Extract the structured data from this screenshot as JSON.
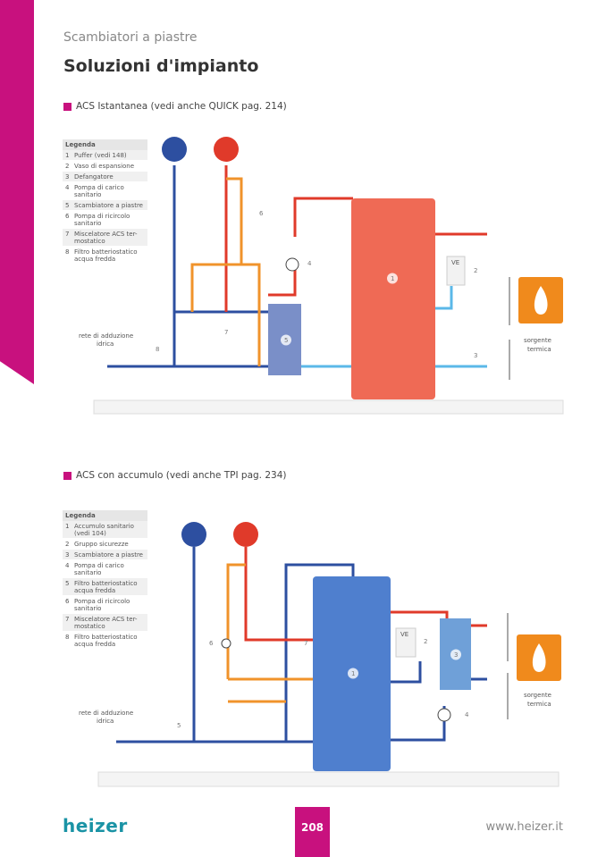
{
  "header": {
    "kicker": "Scambiatori a piastre",
    "title": "Soluzioni d'impianto"
  },
  "section1": {
    "title": "ACS Istantanea (vedi anche QUICK pag. 214)",
    "legend_title": "Legenda",
    "legend": [
      {
        "n": "1",
        "t": "Puffer (vedi 148)"
      },
      {
        "n": "2",
        "t": "Vaso di espansione"
      },
      {
        "n": "3",
        "t": "Defangatore"
      },
      {
        "n": "4",
        "t": "Pompa di carico sanitario"
      },
      {
        "n": "5",
        "t": "Scambiatore a piastre"
      },
      {
        "n": "6",
        "t": "Pompa di ricircolo sanitario"
      },
      {
        "n": "7",
        "t": "Miscelatore ACS ter-mostatico"
      },
      {
        "n": "8",
        "t": "Filtro batteriostatico acqua fredda"
      }
    ],
    "labels": {
      "rete1": "rete di adduzione",
      "rete2": "idrica",
      "sorg1": "sorgente",
      "sorg2": "termica",
      "ve": "VE"
    },
    "nums": [
      "1",
      "2",
      "3",
      "4",
      "5",
      "6",
      "7",
      "8"
    ]
  },
  "section2": {
    "title": "ACS con accumulo (vedi anche TPI pag. 234)",
    "legend_title": "Legenda",
    "legend": [
      {
        "n": "1",
        "t": "Accumulo sanitario (vedi 104)"
      },
      {
        "n": "2",
        "t": "Gruppo sicurezze"
      },
      {
        "n": "3",
        "t": "Scambiatore a piastre"
      },
      {
        "n": "4",
        "t": "Pompa di carico sanitario"
      },
      {
        "n": "5",
        "t": "Filtro batteriostatico acqua fredda"
      },
      {
        "n": "6",
        "t": "Pompa di ricircolo sanitario"
      },
      {
        "n": "7",
        "t": "Miscelatore ACS ter-mostatico"
      },
      {
        "n": "8",
        "t": "Filtro batteriostatico acqua fredda"
      }
    ],
    "labels": {
      "rete1": "rete di adduzione",
      "rete2": "idrica",
      "sorg1": "sorgente",
      "sorg2": "termica",
      "ve": "VE"
    },
    "nums": [
      "1",
      "2",
      "3",
      "4",
      "5",
      "6",
      "7"
    ]
  },
  "footer": {
    "logo": "heizer",
    "page": "208",
    "url": "www.heizer.it"
  },
  "colors": {
    "accent": "#c8117e",
    "hot": "#e03a2a",
    "cold": "#2d4fa0",
    "orange": "#f0932b",
    "teal": "#1a93a5"
  }
}
